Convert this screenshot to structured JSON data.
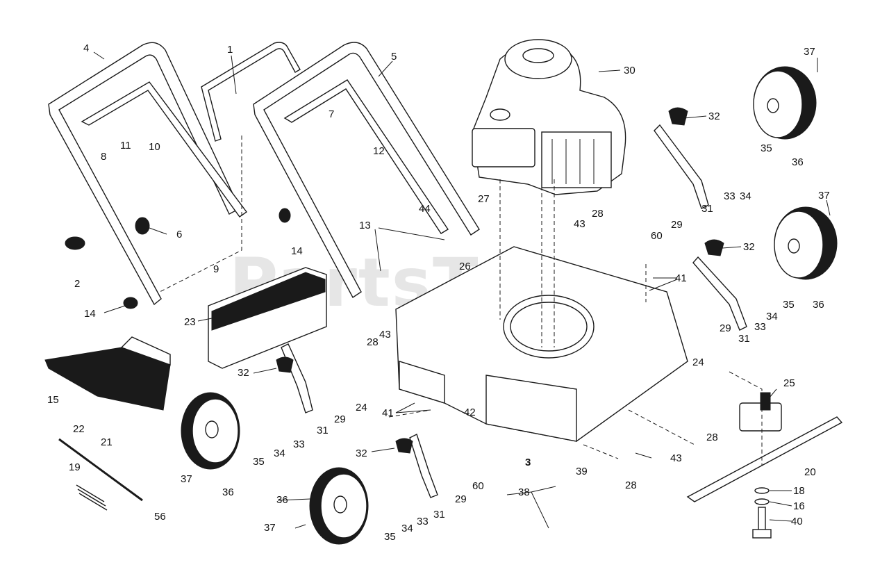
{
  "watermark": "PartsTree",
  "part_labels": [
    {
      "id": "p1",
      "text": "1"
    },
    {
      "id": "p2",
      "text": "2"
    },
    {
      "id": "p3",
      "text": "3"
    },
    {
      "id": "p4",
      "text": "4"
    },
    {
      "id": "p5",
      "text": "5"
    },
    {
      "id": "p6",
      "text": "6"
    },
    {
      "id": "p7",
      "text": "7"
    },
    {
      "id": "p8",
      "text": "8"
    },
    {
      "id": "p9",
      "text": "9"
    },
    {
      "id": "p10",
      "text": "10"
    },
    {
      "id": "p11",
      "text": "11"
    },
    {
      "id": "p12",
      "text": "12"
    },
    {
      "id": "p13",
      "text": "13"
    },
    {
      "id": "p14a",
      "text": "14"
    },
    {
      "id": "p14b",
      "text": "14"
    },
    {
      "id": "p15",
      "text": "15"
    },
    {
      "id": "p16",
      "text": "16"
    },
    {
      "id": "p18",
      "text": "18"
    },
    {
      "id": "p19",
      "text": "19"
    },
    {
      "id": "p20",
      "text": "20"
    },
    {
      "id": "p21",
      "text": "21"
    },
    {
      "id": "p22",
      "text": "22"
    },
    {
      "id": "p23",
      "text": "23"
    },
    {
      "id": "p24a",
      "text": "24"
    },
    {
      "id": "p24b",
      "text": "24"
    },
    {
      "id": "p25",
      "text": "25"
    },
    {
      "id": "p26",
      "text": "26"
    },
    {
      "id": "p27",
      "text": "27"
    },
    {
      "id": "p28a",
      "text": "28"
    },
    {
      "id": "p28b",
      "text": "28"
    },
    {
      "id": "p28c",
      "text": "28"
    },
    {
      "id": "p28d",
      "text": "28"
    },
    {
      "id": "p29a",
      "text": "29"
    },
    {
      "id": "p29b",
      "text": "29"
    },
    {
      "id": "p29c",
      "text": "29"
    },
    {
      "id": "p29d",
      "text": "29"
    },
    {
      "id": "p30",
      "text": "30"
    },
    {
      "id": "p31a",
      "text": "31"
    },
    {
      "id": "p31b",
      "text": "31"
    },
    {
      "id": "p31c",
      "text": "31"
    },
    {
      "id": "p31d",
      "text": "31"
    },
    {
      "id": "p32a",
      "text": "32"
    },
    {
      "id": "p32b",
      "text": "32"
    },
    {
      "id": "p32c",
      "text": "32"
    },
    {
      "id": "p32d",
      "text": "32"
    },
    {
      "id": "p33a",
      "text": "33"
    },
    {
      "id": "p33b",
      "text": "33"
    },
    {
      "id": "p33c",
      "text": "33"
    },
    {
      "id": "p33d",
      "text": "33"
    },
    {
      "id": "p34a",
      "text": "34"
    },
    {
      "id": "p34b",
      "text": "34"
    },
    {
      "id": "p34c",
      "text": "34"
    },
    {
      "id": "p34d",
      "text": "34"
    },
    {
      "id": "p35a",
      "text": "35"
    },
    {
      "id": "p35b",
      "text": "35"
    },
    {
      "id": "p35c",
      "text": "35"
    },
    {
      "id": "p35d",
      "text": "35"
    },
    {
      "id": "p36a",
      "text": "36"
    },
    {
      "id": "p36b",
      "text": "36"
    },
    {
      "id": "p36c",
      "text": "36"
    },
    {
      "id": "p36d",
      "text": "36"
    },
    {
      "id": "p37a",
      "text": "37"
    },
    {
      "id": "p37b",
      "text": "37"
    },
    {
      "id": "p37c",
      "text": "37"
    },
    {
      "id": "p37d",
      "text": "37"
    },
    {
      "id": "p38",
      "text": "38"
    },
    {
      "id": "p39",
      "text": "39"
    },
    {
      "id": "p40",
      "text": "40"
    },
    {
      "id": "p41a",
      "text": "41"
    },
    {
      "id": "p41b",
      "text": "41"
    },
    {
      "id": "p42",
      "text": "42"
    },
    {
      "id": "p43a",
      "text": "43"
    },
    {
      "id": "p43b",
      "text": "43"
    },
    {
      "id": "p43c",
      "text": "43"
    },
    {
      "id": "p44",
      "text": "44"
    },
    {
      "id": "p56",
      "text": "56"
    },
    {
      "id": "p60a",
      "text": "60"
    },
    {
      "id": "p60b",
      "text": "60"
    }
  ]
}
